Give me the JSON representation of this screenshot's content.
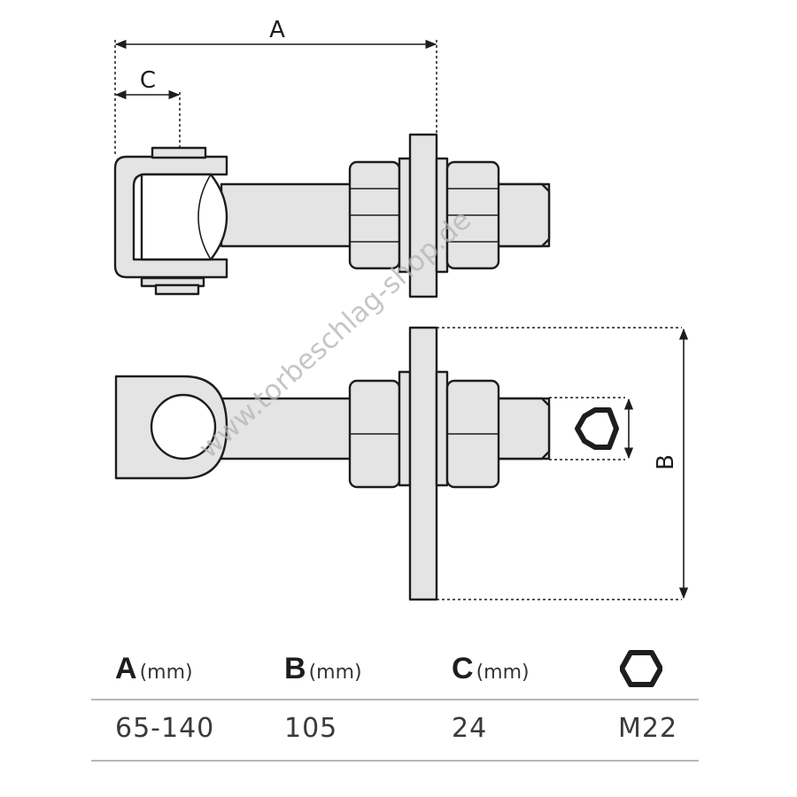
{
  "dimensions": {
    "a": "A",
    "b": "B",
    "c": "C"
  },
  "watermark": "www.torbeschlag-shop.de",
  "table": {
    "headers": [
      {
        "letter": "A",
        "unit": "(mm)"
      },
      {
        "letter": "B",
        "unit": "(mm)"
      },
      {
        "letter": "C",
        "unit": "(mm)"
      },
      {
        "icon": "hex-nut-icon"
      }
    ],
    "values": [
      "65-140",
      "105",
      "24",
      "M22"
    ]
  },
  "colors": {
    "line": "#1d1d1b",
    "fill": "#e4e4e4",
    "rule": "#b7b7b7",
    "watermark": "#b4b4b4"
  }
}
